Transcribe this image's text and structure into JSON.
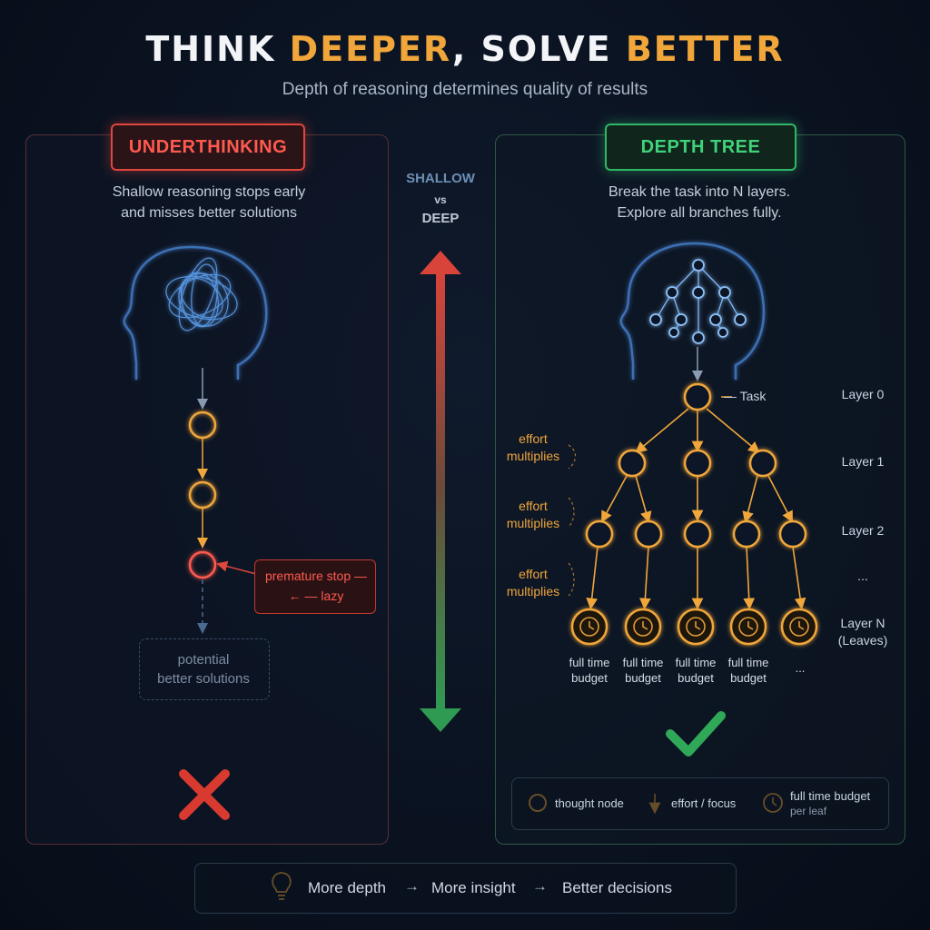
{
  "header": {
    "title_part1": "THINK ",
    "title_hl1": "DEEPER",
    "title_part2": ", SOLVE ",
    "title_hl2": "BETTER",
    "subtitle": "Depth of reasoning determines quality of results"
  },
  "left_panel": {
    "badge": "UNDERTHINKING",
    "description_line1": "Shallow reasoning stops early",
    "description_line2": "and misses better solutions",
    "stop_line1": "premature stop —",
    "stop_line2": "←     — lazy",
    "potential_line1": "potential",
    "potential_line2": "better solutions"
  },
  "center": {
    "shallow": "SHALLOW",
    "vs": "vs",
    "deep": "DEEP"
  },
  "right_panel": {
    "badge": "DEPTH TREE",
    "description_line1": "Break the task into N layers.",
    "description_line2": "Explore all branches fully.",
    "task_label": "— Task",
    "effort_line1": "effort",
    "effort_line2": "multiplies",
    "layers": [
      "Layer 0",
      "Layer 1",
      "Layer 2",
      "...",
      "Layer N",
      "(Leaves)"
    ],
    "budget_line1": "full time",
    "budget_line2": "budget",
    "leaf_ellipsis": "..."
  },
  "legend": {
    "thought_node": "thought node",
    "effort_focus": "effort / focus",
    "budget_line1": "full time budget",
    "budget_line2": "per leaf"
  },
  "footer": {
    "step1": "More depth",
    "step2": "More insight",
    "step3": "Better decisions",
    "arrow": "→"
  },
  "colors": {
    "accent_orange": "#f0a63a",
    "bad_red": "#e0463c",
    "good_green": "#2fb765",
    "head_blue": "#4a86d8"
  },
  "icons": [
    "brain-tangle-icon",
    "tree-brain-icon",
    "cross-icon",
    "check-icon",
    "clock-icon",
    "lightbulb-icon",
    "arrow-down-icon"
  ]
}
